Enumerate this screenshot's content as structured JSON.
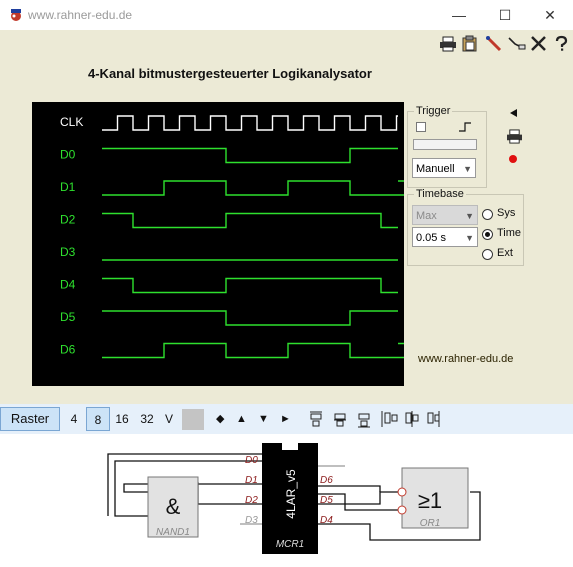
{
  "window": {
    "title": "www.rahner-edu.de",
    "minimize": "—",
    "maximize": "☐",
    "close": "✕"
  },
  "toolbar": {
    "icons": [
      "printer-icon",
      "clipboard-icon",
      "pencil-icon",
      "probe-icon",
      "tools-icon",
      "help-icon"
    ]
  },
  "page": {
    "title": "4-Kanal bitmustergesteuerter Logikanalysator"
  },
  "scope": {
    "channels": [
      {
        "label": "CLK",
        "color": "#ffffff",
        "levels": [
          0,
          1,
          0,
          1,
          0,
          1,
          0,
          1,
          0,
          1,
          0,
          1,
          0,
          1,
          0,
          1,
          0,
          1,
          0,
          1
        ]
      },
      {
        "label": "D0",
        "color": "#2ee02e",
        "levels": [
          1,
          1,
          1,
          1,
          1,
          1,
          1,
          1,
          0,
          0,
          0,
          0,
          0,
          0,
          0,
          0,
          1,
          1,
          1,
          1,
          1,
          1
        ]
      },
      {
        "label": "D1",
        "color": "#2ee02e",
        "levels": [
          0,
          0,
          0,
          0,
          1,
          1,
          1,
          1,
          0,
          0,
          0,
          0,
          1,
          1,
          1,
          1,
          0,
          0,
          0,
          0,
          1,
          1
        ]
      },
      {
        "label": "D2",
        "color": "#2ee02e",
        "levels": [
          1,
          1,
          0,
          0,
          0,
          0,
          0,
          0,
          1,
          1,
          1,
          1,
          1,
          1,
          1,
          1,
          1,
          1,
          0,
          0,
          0,
          0
        ]
      },
      {
        "label": "D3",
        "color": "#2ee02e",
        "levels": [
          0,
          0,
          0,
          0,
          0,
          0,
          0,
          0,
          0,
          0,
          0,
          0,
          0,
          0,
          0,
          0,
          0,
          0,
          0,
          0,
          0,
          0
        ]
      },
      {
        "label": "D4",
        "color": "#2ee02e",
        "levels": [
          1,
          1,
          0,
          0,
          0,
          0,
          0,
          0,
          1,
          1,
          1,
          1,
          1,
          1,
          1,
          1,
          1,
          1,
          0,
          0,
          0,
          0
        ]
      },
      {
        "label": "D5",
        "color": "#2ee02e",
        "levels": [
          1,
          1,
          1,
          1,
          1,
          1,
          1,
          1,
          0,
          0,
          0,
          0,
          0,
          0,
          0,
          0,
          1,
          1,
          1,
          1,
          1,
          1
        ]
      },
      {
        "label": "D6",
        "color": "#2ee02e",
        "levels": [
          0,
          0,
          0,
          0,
          1,
          1,
          1,
          1,
          0,
          0,
          0,
          0,
          1,
          1,
          1,
          1,
          0,
          0,
          0,
          0,
          1,
          1
        ]
      }
    ]
  },
  "panel": {
    "trigger_legend": "Trigger",
    "trigger_mode": "Manuell",
    "timebase_legend": "Timebase",
    "timebase_max": "Max",
    "timebase_value": "0.05 s",
    "radio_sys": "Sys",
    "radio_time": "Time",
    "radio_ext": "Ext",
    "selected_radio": "Time",
    "site": "www.rahner-edu.de"
  },
  "raster": {
    "label": "Raster",
    "options": [
      "4",
      "8",
      "16",
      "32",
      "V"
    ],
    "selected": "8"
  },
  "circuit": {
    "pins_left": [
      "D0",
      "D1",
      "D2",
      "D3"
    ],
    "pins_right": [
      "D6",
      "D5",
      "D4"
    ],
    "chip_label": "4LAR_v5",
    "chip_name": "MCR1",
    "nand_symbol": "&",
    "nand_name": "NAND1",
    "or_symbol": "≥1",
    "or_name": "OR1"
  }
}
